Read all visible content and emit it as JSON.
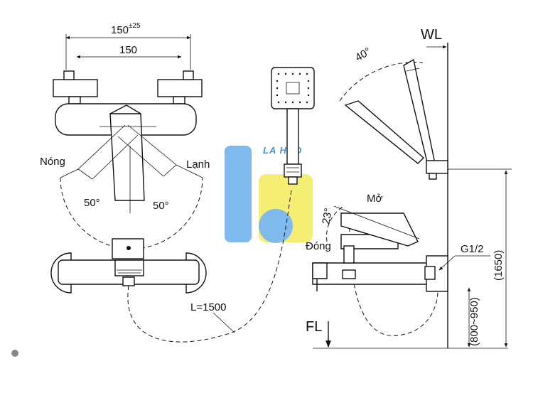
{
  "labels": {
    "dim_150_tol": "150",
    "dim_150_tol_sup": "±25",
    "dim_150": "150",
    "hot": "Nóng",
    "cold": "Lạnh",
    "angle_left": "50°",
    "angle_right": "50°",
    "hose_length": "L=1500",
    "wall": "WL",
    "angle_handshower": "40°",
    "open": "Mở",
    "angle_lever": "23°",
    "close": "Đóng",
    "thread": "G1/2",
    "height_1650": "(1650)",
    "height_range": "(800~950)",
    "floor": "FL"
  },
  "watermark": {
    "text": "LA HÀO",
    "colors": {
      "blue": "#5ea8e8",
      "yellow": "#f2e84a"
    }
  }
}
